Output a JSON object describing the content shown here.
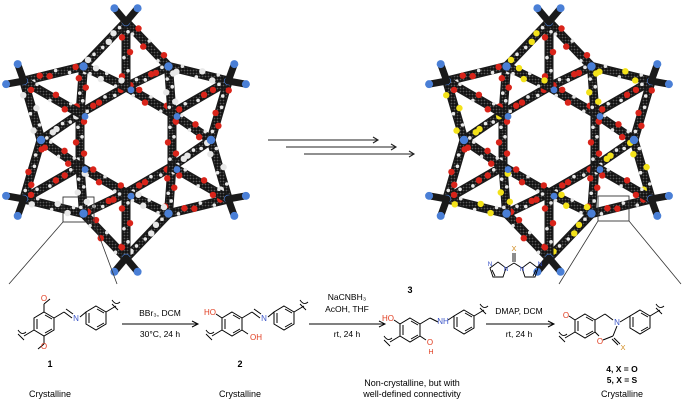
{
  "compounds": {
    "c1": {
      "number": "1",
      "status": "Crystalline"
    },
    "c2": {
      "number": "2",
      "status": "Crystalline"
    },
    "c3": {
      "number": "3",
      "status_line1": "Non-crystalline, but with",
      "status_line2": "well-defined connectivity"
    },
    "c45": {
      "line1": "4, X = O",
      "line2": "5, X = S",
      "status": "Crystalline"
    }
  },
  "steps": {
    "s1": {
      "reagents": "BBr₃, DCM",
      "conditions": "30°C, 24 h"
    },
    "s2": {
      "reagent_1": "NaCNBH₃",
      "reagent_2": "AcOH, THF",
      "conditions": "rt, 24 h"
    },
    "s3": {
      "reagents": "DMAP, DCM",
      "conditions": "rt, 24 h"
    }
  },
  "atom_labels": {
    "o": "O",
    "n": "N",
    "h": "H",
    "x": "X",
    "oh": "OH",
    "ho": "HO",
    "nh": "NH"
  },
  "colors": {
    "framework": "#1a1a1a",
    "oxygen": "#d9241a",
    "nitrogen": "#4a7fd6",
    "sulfur": "#f3e21a",
    "hydrogen": "#e8e8e8",
    "heteroatom_o": "#e03c1f",
    "heteroatom_n": "#3a54c8",
    "carbonyl_x": "#d08a1e"
  }
}
